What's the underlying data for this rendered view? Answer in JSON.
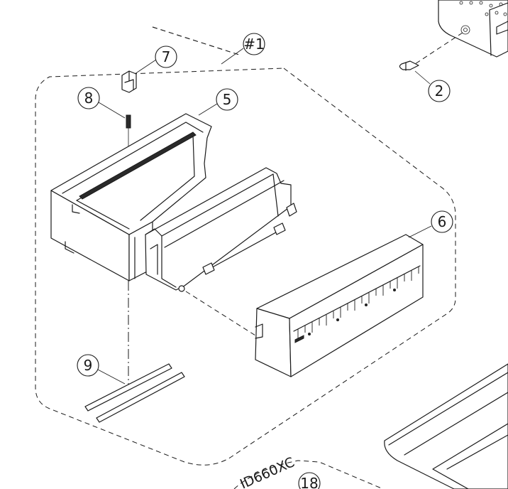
{
  "assembly": {
    "label": "#1"
  },
  "callouts": [
    {
      "id": "7",
      "label": "7"
    },
    {
      "id": "8",
      "label": "8"
    },
    {
      "id": "5",
      "label": "5"
    },
    {
      "id": "2",
      "label": "2"
    },
    {
      "id": "6",
      "label": "6"
    },
    {
      "id": "9",
      "label": "9"
    },
    {
      "id": "18",
      "label": "18"
    }
  ],
  "model_text": "ID660XC"
}
